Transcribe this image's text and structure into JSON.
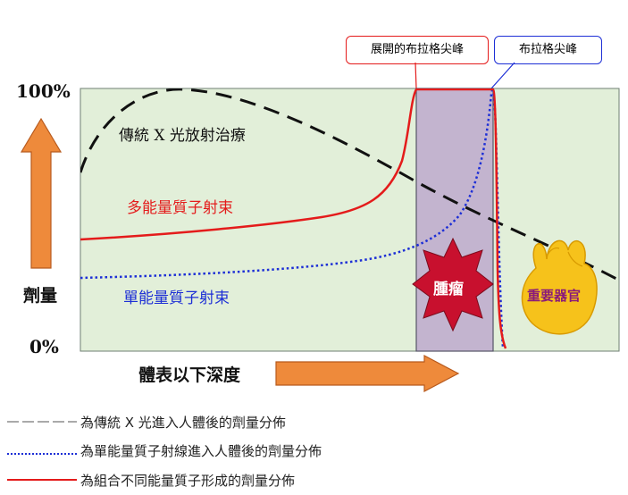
{
  "callouts": {
    "extended_peak": "展開的布拉格尖峰",
    "bragg_peak": "布拉格尖峰"
  },
  "axis": {
    "y_top": "100%",
    "y_bottom": "0%",
    "y_title": "劑量",
    "x_title": "體表以下深度"
  },
  "curve_labels": {
    "xray": "傳統 X 光放射治療",
    "multi": "多能量質子射束",
    "single": "單能量質子射束"
  },
  "regions": {
    "tumor": "腫瘤",
    "organ": "重要器官"
  },
  "legend": [
    {
      "text": "為傳統 X 光進入人體後的劑量分佈",
      "style": "dashed-gray"
    },
    {
      "text": "為單能量質子射線進入人體後的劑量分佈",
      "style": "dotted-blue"
    },
    {
      "text": "為組合不同能量質子形成的劑量分佈",
      "style": "solid-red"
    }
  ],
  "colors": {
    "plot_bg": "#e2efd9",
    "tumor_band": "#c3b4cf",
    "arrow_orange": "#ee8a3b",
    "red": "#e41b1b",
    "blue": "#1d2fd6",
    "black": "#111111",
    "star": "#c8102e",
    "organ": "#f6c21b"
  }
}
